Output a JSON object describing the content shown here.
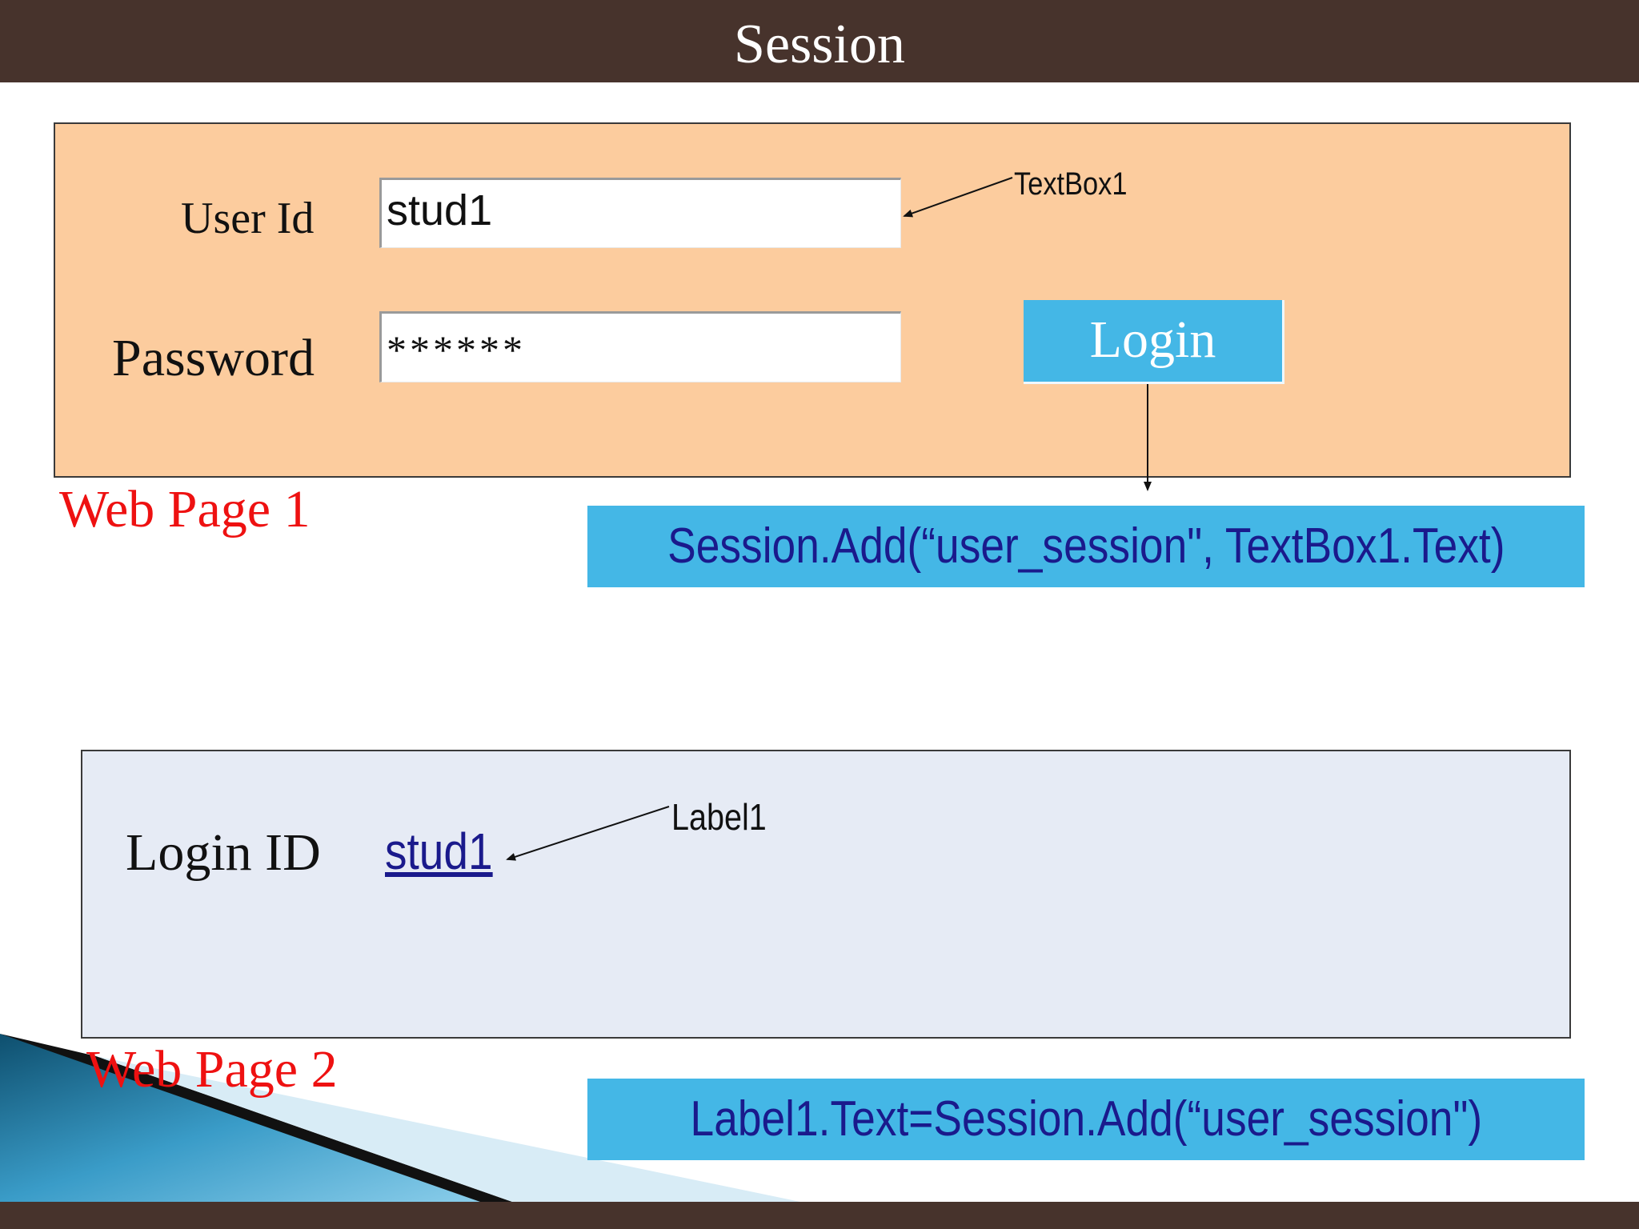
{
  "slide": {
    "title": "Session"
  },
  "web_page_1": {
    "page_label": "Web Page 1",
    "user_id_label": "User Id",
    "user_id_value": "stud1",
    "password_label": "Password",
    "password_value": "******",
    "login_button": "Login",
    "textbox_annotation": "TextBox1",
    "code": "Session.Add(“user_session\", TextBox1.Text)"
  },
  "web_page_2": {
    "page_label": "Web Page 2",
    "login_id_label": "Login ID",
    "login_id_value": "stud1",
    "label_annotation": "Label1",
    "code": "Label1.Text=Session.Add(“user_session\")"
  },
  "colors": {
    "title_bar": "#47332c",
    "page1_background": "#fccc9e",
    "page2_background": "#e6ebf5",
    "accent_blue": "#44b7e6",
    "code_text": "#1a1a8c",
    "page_label_red": "#ee1111"
  }
}
